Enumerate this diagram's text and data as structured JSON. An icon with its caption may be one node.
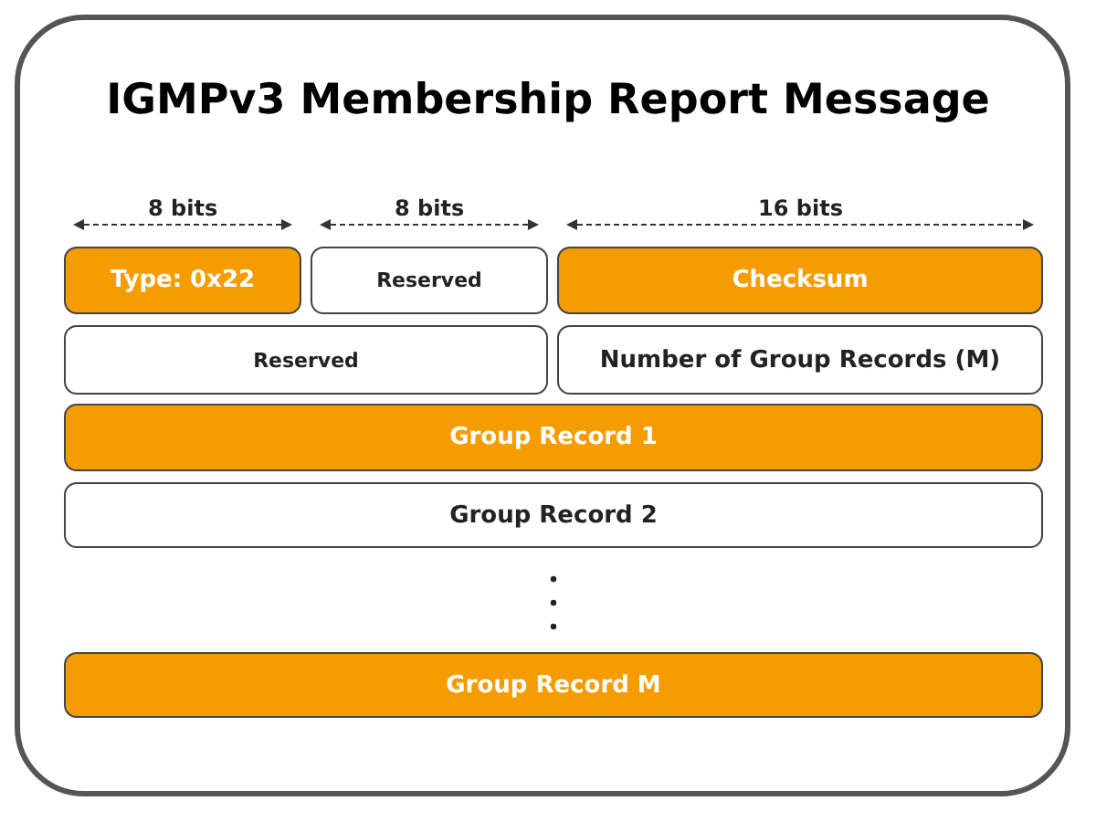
{
  "diagram": {
    "title": "IGMPv3 Membership Report Message",
    "nodes": [
      {
        "text": [
          "Type: 0x22"
        ]
      },
      {
        "text": [
          "Reserved"
        ]
      },
      {
        "text": [
          "Checksum"
        ]
      },
      {
        "text": [
          "Reserved"
        ]
      },
      {
        "text": [
          "Number of Group Records (M)"
        ]
      },
      {
        "text": [
          "Group Record 1"
        ]
      },
      {
        "text": [
          "Group Record 2"
        ]
      },
      {
        "text": [
          "Group Record M"
        ]
      }
    ],
    "edges": [],
    "labels": [
      "8 bits",
      "8 bits",
      "16 bits"
    ]
  }
}
